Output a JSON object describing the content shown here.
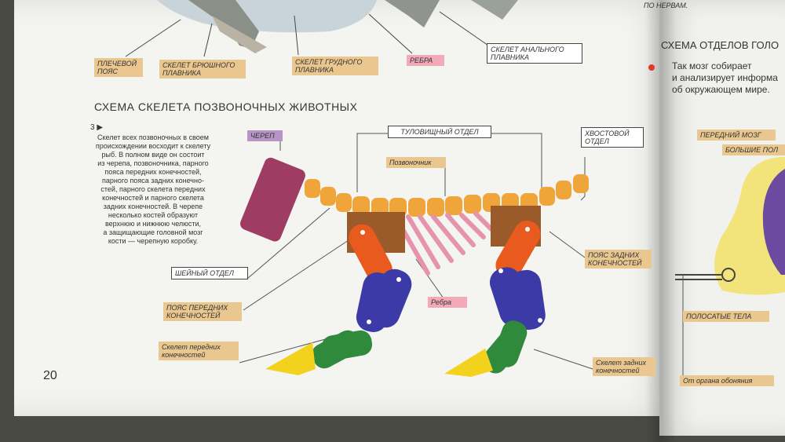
{
  "top_labels": {
    "shoulder_belt": "ПЛЕЧЕВОЙ ПОЯС",
    "ventral_fin": "СКЕЛЕТ БРЮШНОГО ПЛАВНИКА",
    "pectoral_fin": "СКЕЛЕТ ГРУДНОГО ПЛАВНИКА",
    "ribs_top": "РЕБРА",
    "anal_fin": "СКЕЛЕТ АНАЛЬНОГО ПЛАВНИКА",
    "top_right_fragment": "ПО НЕРВАМ."
  },
  "section": {
    "title": "СХЕМА СКЕЛЕТА ПОЗВОНОЧНЫХ ЖИВОТНЫХ",
    "marker": "3 ▶",
    "body_lines": [
      "Скелет всех позвоночных в своем",
      "происхождении восходит к скелету",
      "рыб. В полном виде он состоит",
      "из черепа, позвоночника, парного",
      "пояса передних конечностей,",
      "парного пояса задних конечно-",
      "стей, парного скелета передних",
      "конечностей и парного скелета",
      "задних конечностей. В черепе",
      "несколько костей образуют",
      "верхнюю и нижнюю челюсти,",
      "а защищающие головной мозг",
      "кости — черепную коробку."
    ]
  },
  "diagram_labels": {
    "skull": "ЧЕРЕП",
    "trunk": "ТУЛОВИЩНЫЙ ОТДЕЛ",
    "spine": "Позвоночник",
    "tail": "ХВОСТОВОЙ ОТДЕЛ",
    "neck": "ШЕЙНЫЙ ОТДЕЛ",
    "front_belt": "ПОЯС ПЕРЕДНИХ КОНЕЧНОСТЕЙ",
    "front_limb": "Скелет передних конечностей",
    "ribs": "Ребра",
    "hind_belt": "ПОЯС ЗАДНИХ КОНЕЧНОСТЕЙ",
    "hind_limb": "Скелет задних конечностей"
  },
  "page_number": "20",
  "right_page": {
    "heading": "СХЕМА ОТДЕЛОВ ГОЛО",
    "bullet_lines": [
      "Так мозг собирает",
      "и анализирует информа",
      "об окружающем мире."
    ],
    "forebrain": "ПЕРЕДНИЙ МОЗГ",
    "hemispheres": "БОЛЬШИЕ ПОЛ",
    "striped": "ПОЛОСАТЫЕ ТЕЛА",
    "from_organ": "От органа обоняния"
  },
  "colors": {
    "skull": "#9e3c63",
    "vertebra": "#f0a53a",
    "belt": "#9a5a2a",
    "rib": "#e694ab",
    "upper_limb": "#e85a1e",
    "mid_limb": "#3c3aa6",
    "low_limb": "#2f8a3c",
    "foot": "#f3d21e",
    "label_tan": "#e9c78f",
    "label_pink": "#f2a9b8",
    "label_purple": "#b894c6"
  }
}
